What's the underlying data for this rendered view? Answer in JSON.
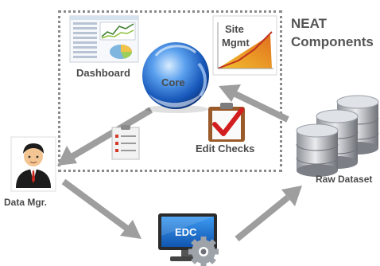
{
  "title": {
    "line1": "NEAT",
    "line2": "Components"
  },
  "labels": {
    "dashboard": "Dashboard",
    "core": "Core",
    "site_mgmt_1": "Site",
    "site_mgmt_2": "Mgmt",
    "edit_checks": "Edit Checks",
    "data_mgr": "Data Mgr.",
    "edc": "EDC",
    "raw_dataset": "Raw Dataset"
  },
  "icons": {
    "dashboard": "dashboard-screenshot-icon",
    "core": "core-orb-icon",
    "site_mgmt": "growth-chart-icon",
    "checklist": "clipboard-checklist-icon",
    "edit_checks": "clipboard-checkmark-icon",
    "data_mgr": "person-icon",
    "edc": "monitor-gear-icon",
    "raw_dataset": "database-stack-icon"
  },
  "colors": {
    "arrow": "#9e9e9e",
    "orb": "#2a6fd0",
    "label": "#4a4a4a",
    "edc_screen": "#1e78d2",
    "check_red": "#d21e1e"
  }
}
